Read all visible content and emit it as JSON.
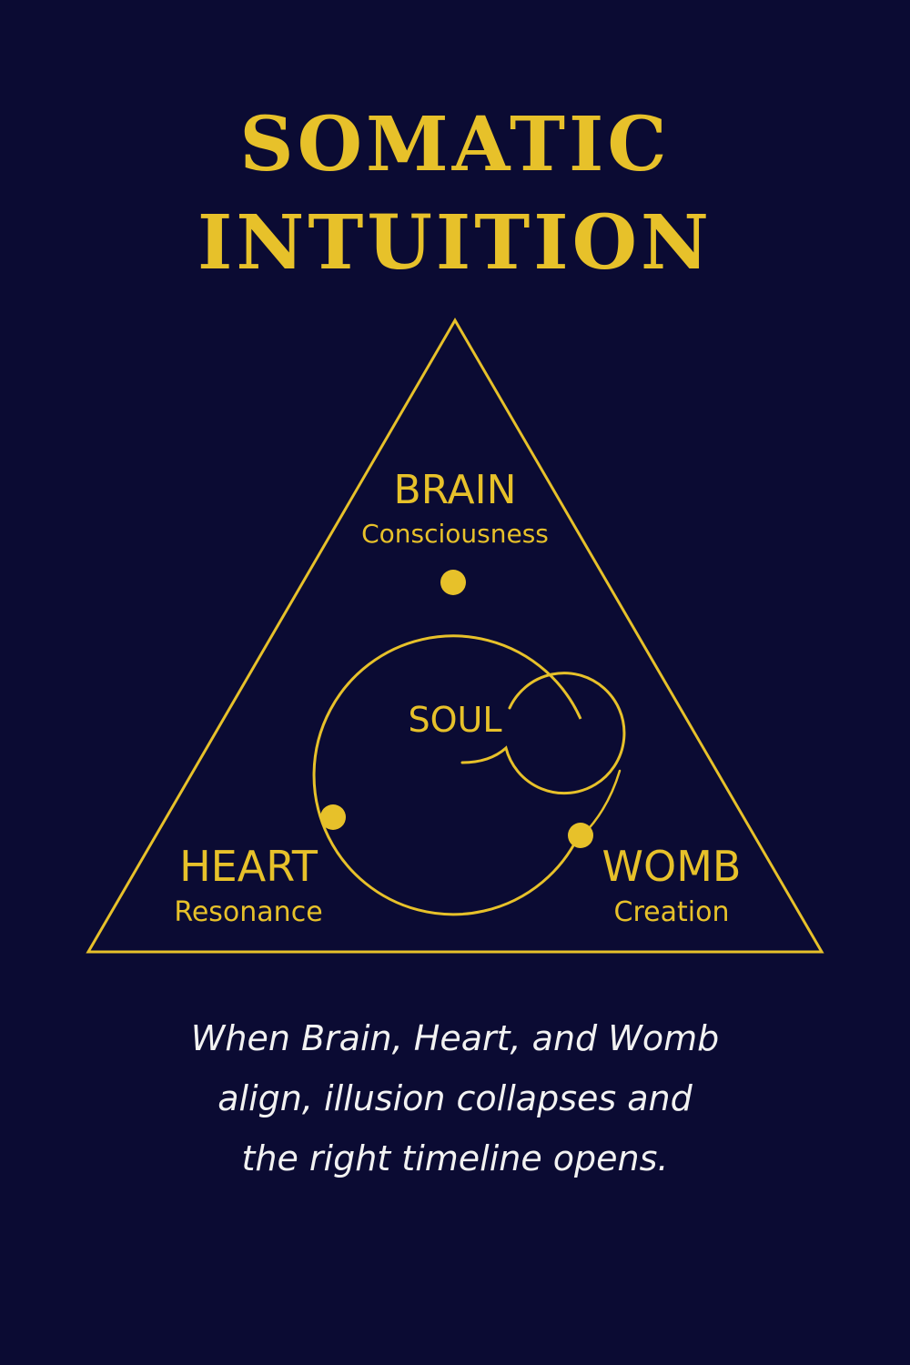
{
  "title": {
    "line1": "SOMATIC",
    "line2": "INTUITION"
  },
  "nodes": {
    "top": {
      "label": "BRAIN",
      "sublabel": "Consciousness"
    },
    "left": {
      "label": "HEART",
      "sublabel": "Resonance"
    },
    "right": {
      "label": "WOMB",
      "sublabel": "Creation"
    },
    "center": {
      "label": "SOUL"
    }
  },
  "caption": {
    "line1": "When Brain, Heart, and Womb",
    "line2": "align, illusion collapses and",
    "line3": "the right timeline opens."
  },
  "colors": {
    "background": "#0b0b33",
    "accent": "#e7c12a",
    "caption_text": "#f2f2f2"
  }
}
